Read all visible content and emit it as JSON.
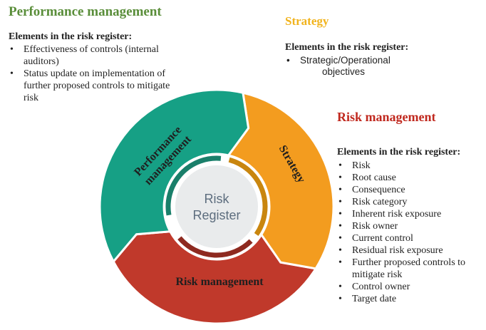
{
  "colors": {
    "performance": "#16a085",
    "strategy": "#f39c1f",
    "risk": "#c0392b",
    "performance_heading": "#5a8e3a",
    "strategy_heading": "#f1b31c",
    "risk_heading": "#c0281e",
    "center_fill": "#e9ebec",
    "center_text": "#5d6d7e"
  },
  "performance_block": {
    "title": "Performance management",
    "subtitle": "Elements in the risk register:",
    "items": [
      "Effectiveness of controls (internal auditors)",
      "Status update on implementation of further proposed controls to mitigate risk"
    ]
  },
  "strategy_block": {
    "title": "Strategy",
    "subtitle": "Elements in the risk register:",
    "items": [
      "Strategic/Operational"
    ],
    "continuation": "objectives"
  },
  "risk_block": {
    "title": "Risk management",
    "subtitle": "Elements in the risk register:",
    "items": [
      "Risk",
      "Root cause",
      "Consequence",
      "Risk category",
      "Inherent risk exposure",
      "Risk owner",
      "Current control",
      "Residual risk exposure",
      "Further proposed controls to mitigate risk",
      "Control owner",
      "Target date"
    ]
  },
  "cycle": {
    "segments": [
      {
        "key": "performance",
        "label_lines": [
          "Performance",
          "management"
        ]
      },
      {
        "key": "strategy",
        "label_lines": [
          "Strategy"
        ]
      },
      {
        "key": "risk",
        "label_lines": [
          "Risk management"
        ]
      }
    ],
    "center": {
      "line1": "Risk",
      "line2": "Register"
    }
  }
}
